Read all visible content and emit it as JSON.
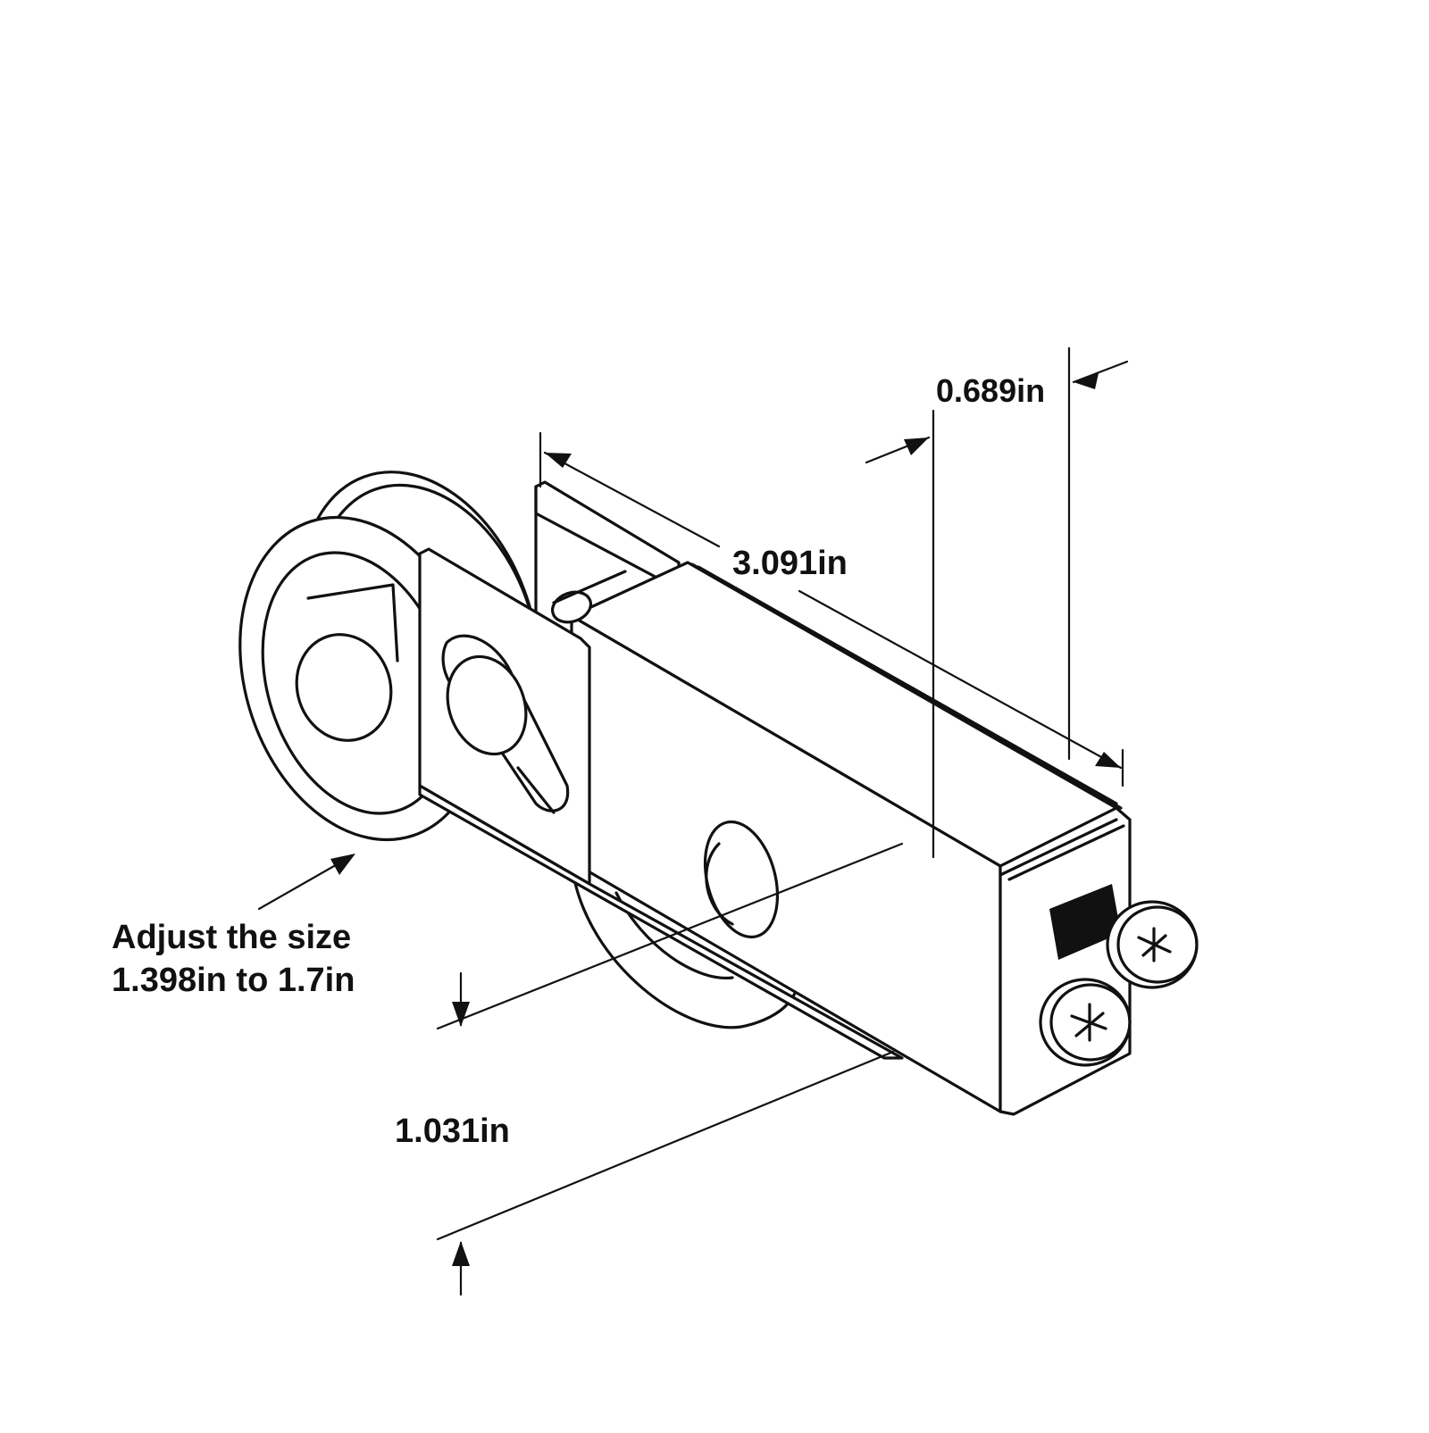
{
  "diagram": {
    "colors": {
      "line": "#111111",
      "background": "#ffffff"
    },
    "dimensions": {
      "width": "0.689in",
      "length": "3.091in",
      "height": "1.031in"
    },
    "adjust_note": {
      "line1": "Adjust the size",
      "line2": "1.398in to 1.7in"
    }
  }
}
